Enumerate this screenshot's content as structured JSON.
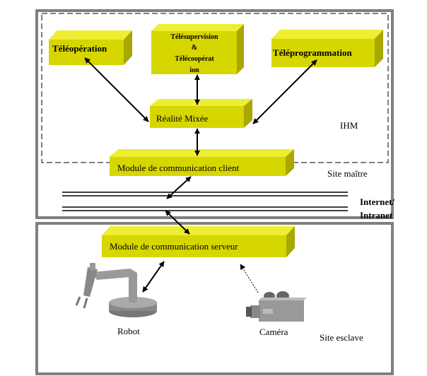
{
  "boxes": {
    "teleoperation": "Téléopération",
    "telesupervision_line1": "Télésupervision",
    "telesupervision_line2": "&",
    "telesupervision_line3": "Télécoopérat",
    "telesupervision_line4": "ion",
    "teleprogrammation": "Téléprogrammation",
    "realite_mixee": "Réalité Mixée",
    "module_client": "Module de communication client",
    "module_serveur": "Module de communication serveur"
  },
  "labels": {
    "ihm": "IHM",
    "site_maitre": "Site maître",
    "internet_line1": "Internet/",
    "internet_line2": "Intranet",
    "robot": "Robot",
    "camera": "Caméra",
    "site_esclave": "Site esclave"
  },
  "colors": {
    "box_front": "#d6d600",
    "box_top": "#eeee33",
    "box_side": "#a8a800"
  }
}
